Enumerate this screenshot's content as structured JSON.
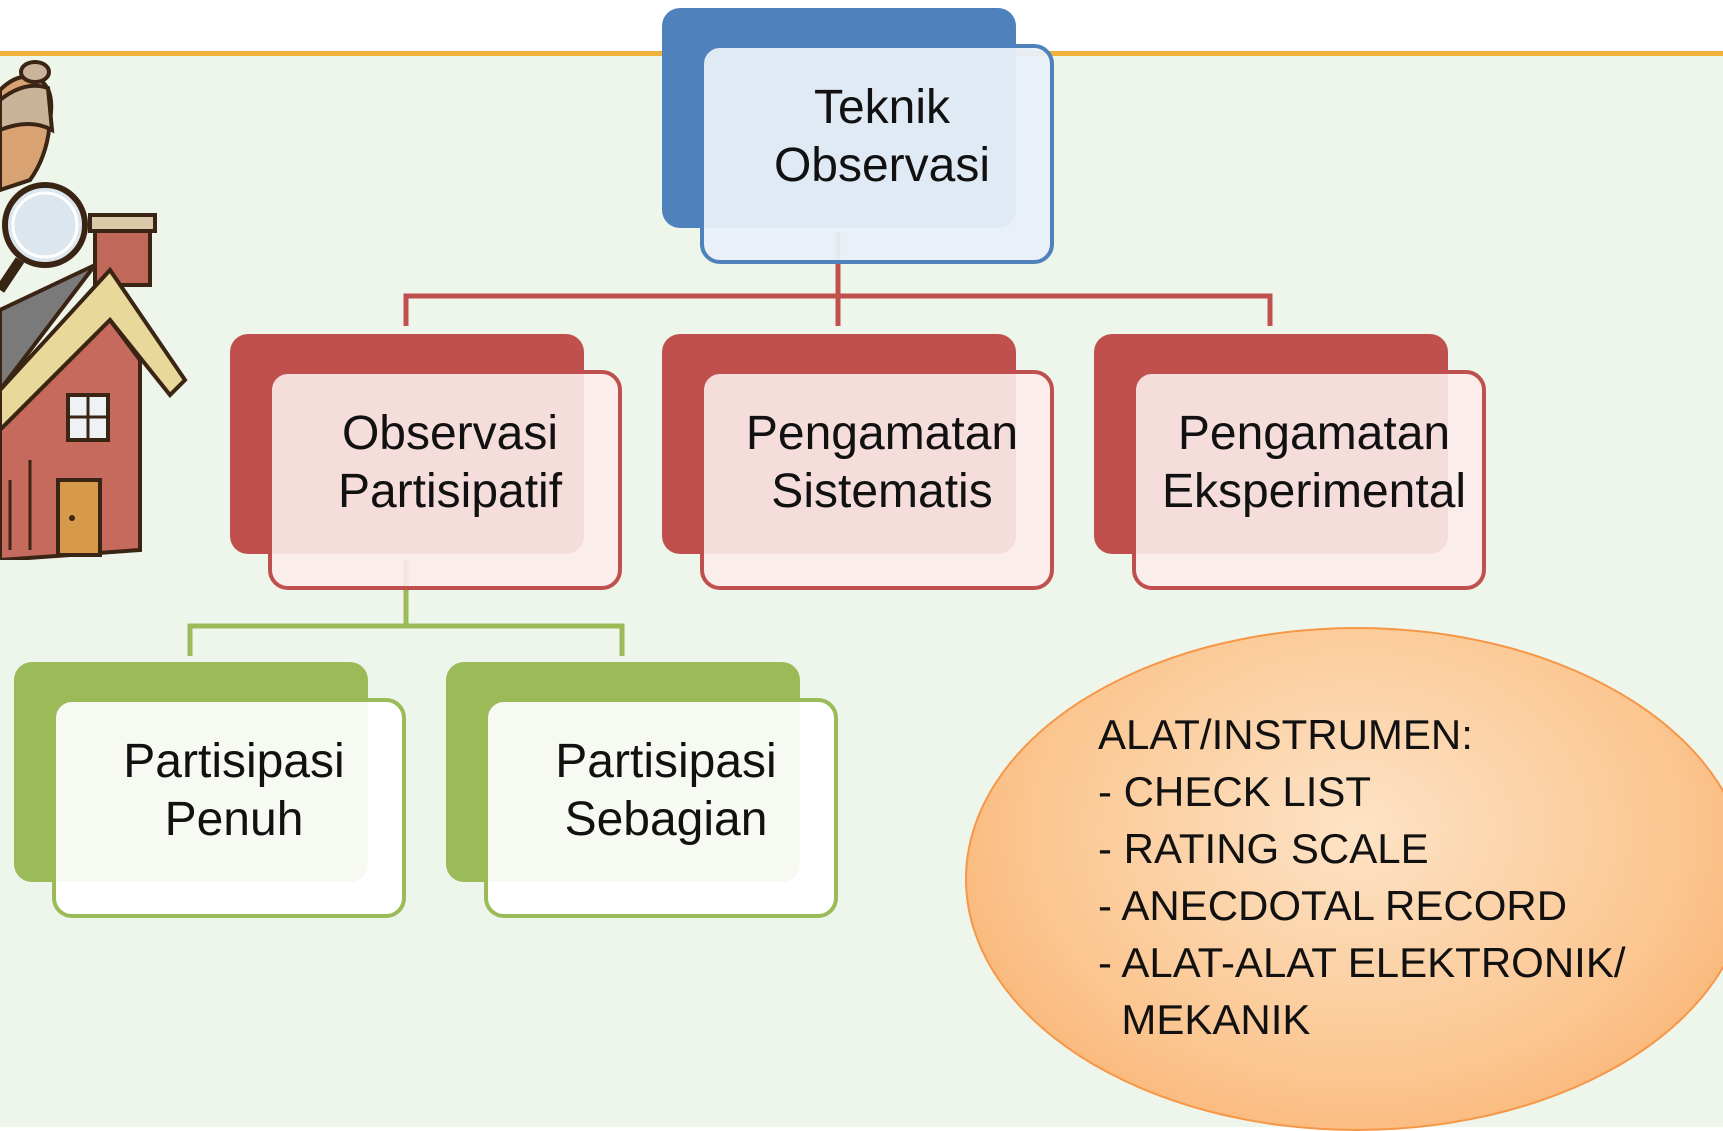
{
  "diagram": {
    "root": {
      "label": "Teknik\nObservasi",
      "color": "#4f81bd"
    },
    "level2": [
      {
        "id": "partisipatif",
        "label": "Observasi\nPartisipatif",
        "color": "#c0504d"
      },
      {
        "id": "sistematis",
        "label": "Pengamatan\nSistematis",
        "color": "#c0504d"
      },
      {
        "id": "eksperimental",
        "label": "Pengamatan\nEksperimental",
        "color": "#c0504d"
      }
    ],
    "level3": [
      {
        "id": "penuh",
        "label": "Partisipasi\nPenuh",
        "color": "#9bbb59"
      },
      {
        "id": "sebagian",
        "label": "Partisipasi\nSebagian",
        "color": "#9bbb59"
      }
    ]
  },
  "instruments": {
    "title": "ALAT/INSTRUMEN:",
    "items": [
      "- CHECK LIST",
      "- RATING SCALE",
      "- ANECDOTAL RECORD",
      "- ALAT-ALAT ELEKTRONIK/",
      "  MEKANIK"
    ]
  },
  "colors": {
    "accent_rule": "#f0b23a",
    "background": "#eef5ea",
    "ellipse_border": "#f79646"
  },
  "illustration": {
    "icon": "detective-house-clipart-icon"
  }
}
